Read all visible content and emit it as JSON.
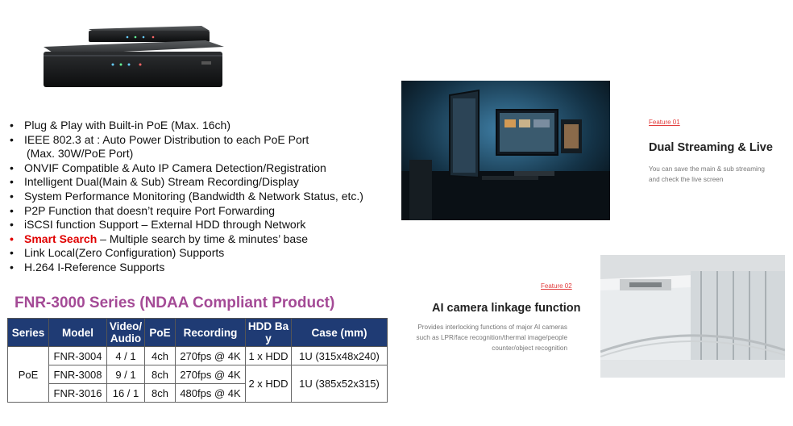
{
  "bullets": [
    {
      "text": "Plug & Play with Built-in PoE (Max. 16ch)"
    },
    {
      "text": "IEEE 802.3 at : Auto Power Distribution to each PoE Port",
      "cont": "(Max. 30W/PoE Port)"
    },
    {
      "text": "ONVIF Compatible & Auto IP Camera Detection/Registration"
    },
    {
      "text": "Intelligent  Dual(Main & Sub) Stream Recording/Display"
    },
    {
      "text": "System Performance Monitoring  (Bandwidth & Network Status, etc.)"
    },
    {
      "text": "P2P Function that doesn’t require Port Forwarding"
    },
    {
      "text": "iSCSI function Support – External HDD through Network"
    },
    {
      "highlight": "Smart Search",
      "text": " – Multiple  search by time & minutes’ base"
    },
    {
      "text": "Link Local(Zero Configuration) Supports"
    },
    {
      "text": "H.264 I-Reference Supports"
    }
  ],
  "bullet_char": "•",
  "series_title": "FNR-3000 Series (NDAA Compliant Product)",
  "table": {
    "headers": [
      "Series",
      "Model",
      "Video/\nAudio",
      "PoE",
      "Recording",
      "HDD Ba\ny",
      "Case (mm)"
    ],
    "series": "PoE",
    "rows": [
      {
        "model": "FNR-3004",
        "va": "4 / 1",
        "poe": "4ch",
        "rec": "270fps @ 4K"
      },
      {
        "model": "FNR-3008",
        "va": "9 / 1",
        "poe": "8ch",
        "rec": "270fps @ 4K"
      },
      {
        "model": "FNR-3016",
        "va": "16 / 1",
        "poe": "8ch",
        "rec": "480fps @ 4K"
      }
    ],
    "hdd": [
      "1 x HDD",
      "2 x HDD"
    ],
    "case": [
      "1U  (315x48x240)",
      "1U  (385x52x315)"
    ]
  },
  "features": [
    {
      "tag": "Feature 01",
      "title": "Dual Streaming & Live",
      "desc": "You can save the main & sub streaming\nand check the live screen"
    },
    {
      "tag": "Feature 02",
      "title": "AI camera linkage function",
      "desc": "Provides interlocking functions of major AI cameras\nsuch as LPR/face recognition/thermal image/people\ncounter/object recognition"
    }
  ],
  "colors": {
    "table_header": "#1f3b74",
    "series_title": "#a44a96",
    "highlight": "#e00000",
    "feature_tag": "#e23b3b"
  }
}
